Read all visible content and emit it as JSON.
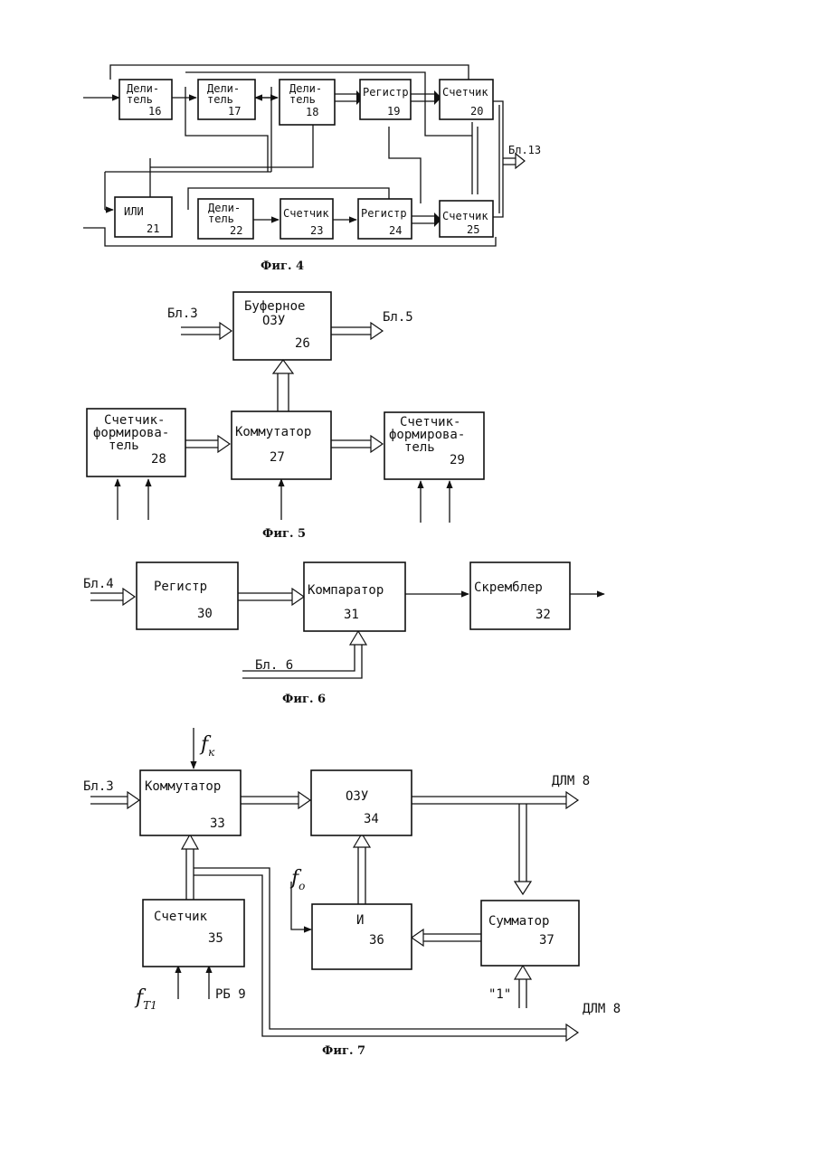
{
  "fig4": {
    "caption": "Фиг. 4",
    "blocks": {
      "b16": {
        "line1": "Дели-",
        "line2": "тель",
        "num": "16"
      },
      "b17": {
        "line1": "Дели-",
        "line2": "тель",
        "num": "17"
      },
      "b18": {
        "line1": "Дели-",
        "line2": "тель",
        "num": "18"
      },
      "b19": {
        "label": "Регистр",
        "num": "19"
      },
      "b20": {
        "label": "Счетчик",
        "num": "20"
      },
      "b21": {
        "label": "ИЛИ",
        "num": "21"
      },
      "b22": {
        "line1": "Дели-",
        "line2": "тель",
        "num": "22"
      },
      "b23": {
        "label": "Счетчик",
        "num": "23"
      },
      "b24": {
        "label": "Регистр",
        "num": "24"
      },
      "b25": {
        "label": "Счетчик",
        "num": "25"
      }
    },
    "out_label": "Бл.13"
  },
  "fig5": {
    "caption": "Фиг. 5",
    "b26": {
      "line1": "Буферное",
      "line2": "ОЗУ",
      "num": "26"
    },
    "b27": {
      "label": "Коммутатор",
      "num": "27"
    },
    "b28": {
      "line1": "Счетчик-",
      "line2": "формирова-",
      "line3": "тель",
      "num": "28"
    },
    "b29": {
      "line1": "Счетчик-",
      "line2": "формирова-",
      "line3": "тель",
      "num": "29"
    },
    "in_label": "Бл.3",
    "out_label": "Бл.5"
  },
  "fig6": {
    "caption": "Фиг. 6",
    "b30": {
      "label": "Регистр",
      "num": "30"
    },
    "b31": {
      "label": "Компаратор",
      "num": "31"
    },
    "b32": {
      "label": "Скремблер",
      "num": "32"
    },
    "in_label": "Бл.4",
    "in2_label": "Бл. 6"
  },
  "fig7": {
    "caption": "Фиг. 7",
    "b33": {
      "label": "Коммутатор",
      "num": "33"
    },
    "b34": {
      "label": "ОЗУ",
      "num": "34"
    },
    "b35": {
      "label": "Счетчик",
      "num": "35"
    },
    "b36": {
      "label": "И",
      "num": "36"
    },
    "b37": {
      "label": "Сумматор",
      "num": "37"
    },
    "in_label": "Бл.3",
    "out1_label": "ДЛМ 8",
    "out2_label": "ДЛМ 8",
    "fk": {
      "f": "f",
      "sub": "к"
    },
    "fo": {
      "f": "f",
      "sub": "о"
    },
    "ft1": {
      "f": "f",
      "sub": "Т1"
    },
    "rb_label": "РБ 9",
    "one_label": "\"1\""
  }
}
